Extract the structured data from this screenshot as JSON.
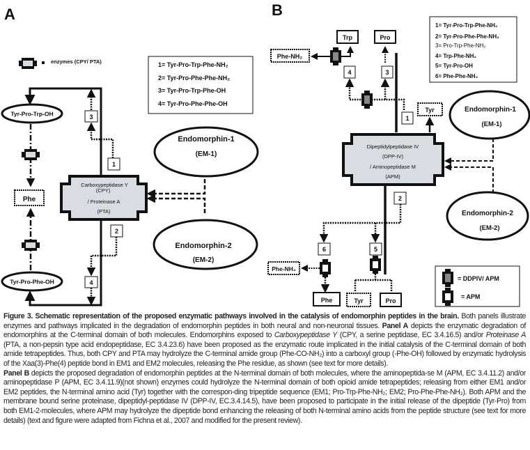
{
  "panel_a": {
    "label": "A",
    "enzyme_legend": "enzymes  (CPY/ PTA)",
    "legend": [
      "1= Tyr-Pro-Trp-Phe-NH₂",
      "2=  Tyr-Pro-Phe-Phe-NH₂",
      "3=  Tyr-Pro-Trp-Phe-OH",
      "4=   Tyr-Pro-Phe-Phe-OH"
    ],
    "enzyme_box": [
      "Carboxypeptidase Y",
      "(CPY)",
      "/ Proteinase A",
      "(PTA)"
    ],
    "em1": [
      "Endomorphin-1",
      "(EM-1)"
    ],
    "em2": [
      "Endomorphin-2",
      "(EM-2)"
    ],
    "product_top": "Tyr-Pro-Trp-OH",
    "product_bottom": "Tyr-Pro-Phe-OH",
    "released": "Phe",
    "step_labels": [
      "1",
      "2",
      "3",
      "4"
    ]
  },
  "panel_b": {
    "label": "B",
    "legend": [
      "1= Tyr-Pro-Trp-Phe-NH₂",
      "2= Tyr-Pro-Phe-Phe-NH₂",
      "3= Pro-Trp-Phe-NH₂",
      "4= Trp-Phe-NH₂",
      "5= Tyr-Pro-OH",
      "6= Phe-Phe-NH₂"
    ],
    "enzyme_box": [
      "Dipeptidylpeptidase IV",
      "(DPP-IV)",
      "/ Aminopeptidase M",
      "(APM)"
    ],
    "em1": [
      "Endomorphin-1",
      "(EM-1)"
    ],
    "em2": [
      "Endomorphin-2",
      "(EM-2)"
    ],
    "top_products": {
      "trp": "Trp",
      "pro": "Pro",
      "phe_nh2": "Phe-NH₂",
      "tyr": "Tyr"
    },
    "bottom_products": {
      "phe_nh2": "Phe-NH₂",
      "phe": "Phe",
      "tyr": "Tyr",
      "pro": "Pro"
    },
    "step_labels": [
      "1",
      "2",
      "3",
      "4",
      "5",
      "6"
    ],
    "enzyme_legend": [
      "= DDPIV/ APM",
      "= APM"
    ]
  },
  "caption": {
    "title": "Figure 3. Schematic representation of the proposed enzymatic pathways involved in the catalysis of endomorphin peptides in the brain.",
    "p1a": " Both panels illustrate enzymes and pathways implicated in the degradation of endomorphin peptides in both neural and non-neuronal tissues. ",
    "panel_a": "Panel A",
    "p1b": " depicts the enzymatic degradation of endomorphins at the C-terminal domain of both molecules. Endomorphins exposed to ",
    "cpy": "Carboxypeptidase Y",
    "p1c": " (CPY, a serine peptidase, EC 3.4.16.5) and/or ",
    "pta": "Proteinase A",
    "p1d": " (PTA, a non-pepsin type acid endopeptidase, EC 3.4.23.6) have been proposed as the enzymatic route implicated in the initial catalysis of the C-terminal domain of both amide tetrapeptides. Thus, both CPY and PTA may hydrolyze the C-terminal amide group (Phe-CO-NH₂) into a carboxyl group (-Phe-OH) followed by enzymatic hydrolysis of the Xaa(3)-Phe(4) peptide bond in EM1 and EM2 molecules, releasing the Phe residue, as shown (see text for more details).",
    "panel_b": "Panel B",
    "p2": " depicts the proposed degradation of endomorphin peptides at the N-terminal domain of both molecules, where the aminopeptida-se M (APM, EC 3.4.11.2) and/or aminopeptidase P (APM, EC 3.4.11.9)(not shown) enzymes could hydrolyze the N-terminal domain of both opioid amide tetrapeptides; releasing from either EM1 and/or EM2 peptides, the N-terminal amino acid (Tyr) together with the correspon-ding tripeptide sequence (EM1; Pro-Trp-Phe-NH₂; EM2; Pro-Phe-Phe-NH₂). Both APM and the membrane bound serine proteinase, dipeptidyl-peptidase IV (DPP-IV, EC.3.4.14.5), have been proposed to participate in the initial release of the dipeptide (Tyr-Pro) from both EM1-2-molecules, where APM may hydrolyze the dipeptide bond enhancing the releasing of both N-terminal amino acids from the peptide structure (see text for more details) (text and figure were adapted from Fichna et al., 2007 and modified for the present review)."
  },
  "colors": {
    "enzyme_fill": "#d9dce1",
    "dark_enzyme_fill": "#7a7a7a",
    "line": "#111111"
  }
}
